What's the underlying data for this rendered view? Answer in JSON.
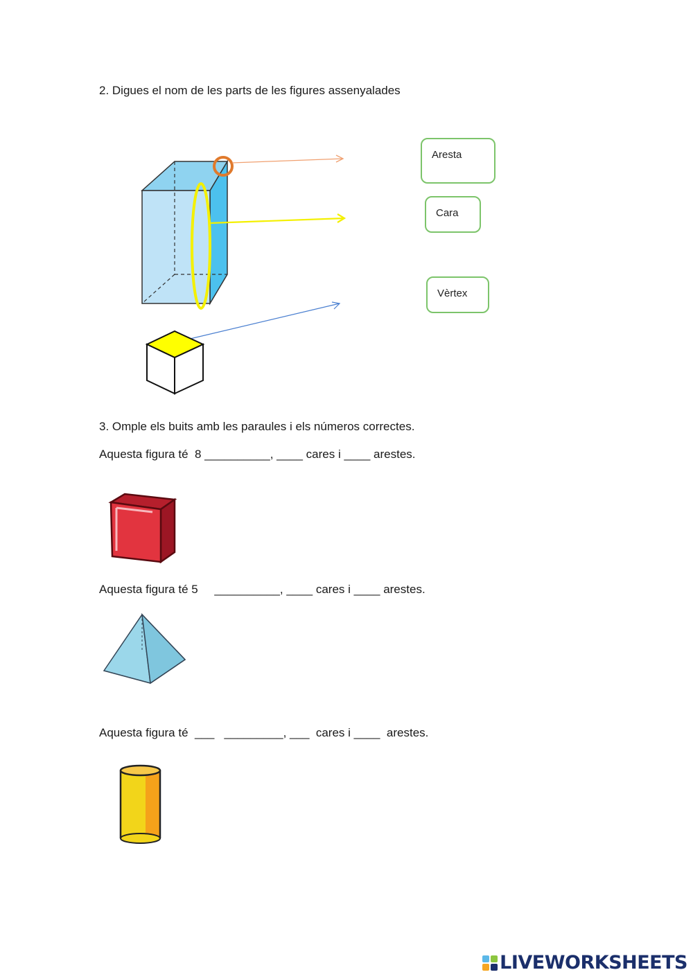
{
  "question2": {
    "title": "2. Digues el nom de les parts de les figures assenyalades",
    "labels": [
      "Aresta",
      "Cara",
      "Vèrtex"
    ]
  },
  "question3": {
    "title": "3. Omple els buits amb les paraules i els números correctes.",
    "lines": [
      "Aquesta figura té  8 __________, ____ cares i ____ arestes.",
      "Aquesta figura té 5     __________, ____ cares i ____ arestes.",
      "Aquesta figura té  ___   _________, ___  cares i ____  arestes."
    ]
  },
  "colors": {
    "label_border": "#7cc46a",
    "prism_fill": "#bfe3f7",
    "prism_side": "#4cc1ee",
    "highlight_yellow": "#f4f000",
    "vertex_circle": "#e07a2c",
    "cube_red": "#d8303c",
    "pyramid_blue": "#8fd0e6",
    "cylinder_yellow": "#f2d51a"
  },
  "footer": {
    "brand": "LIVEWORKSHEETS"
  }
}
